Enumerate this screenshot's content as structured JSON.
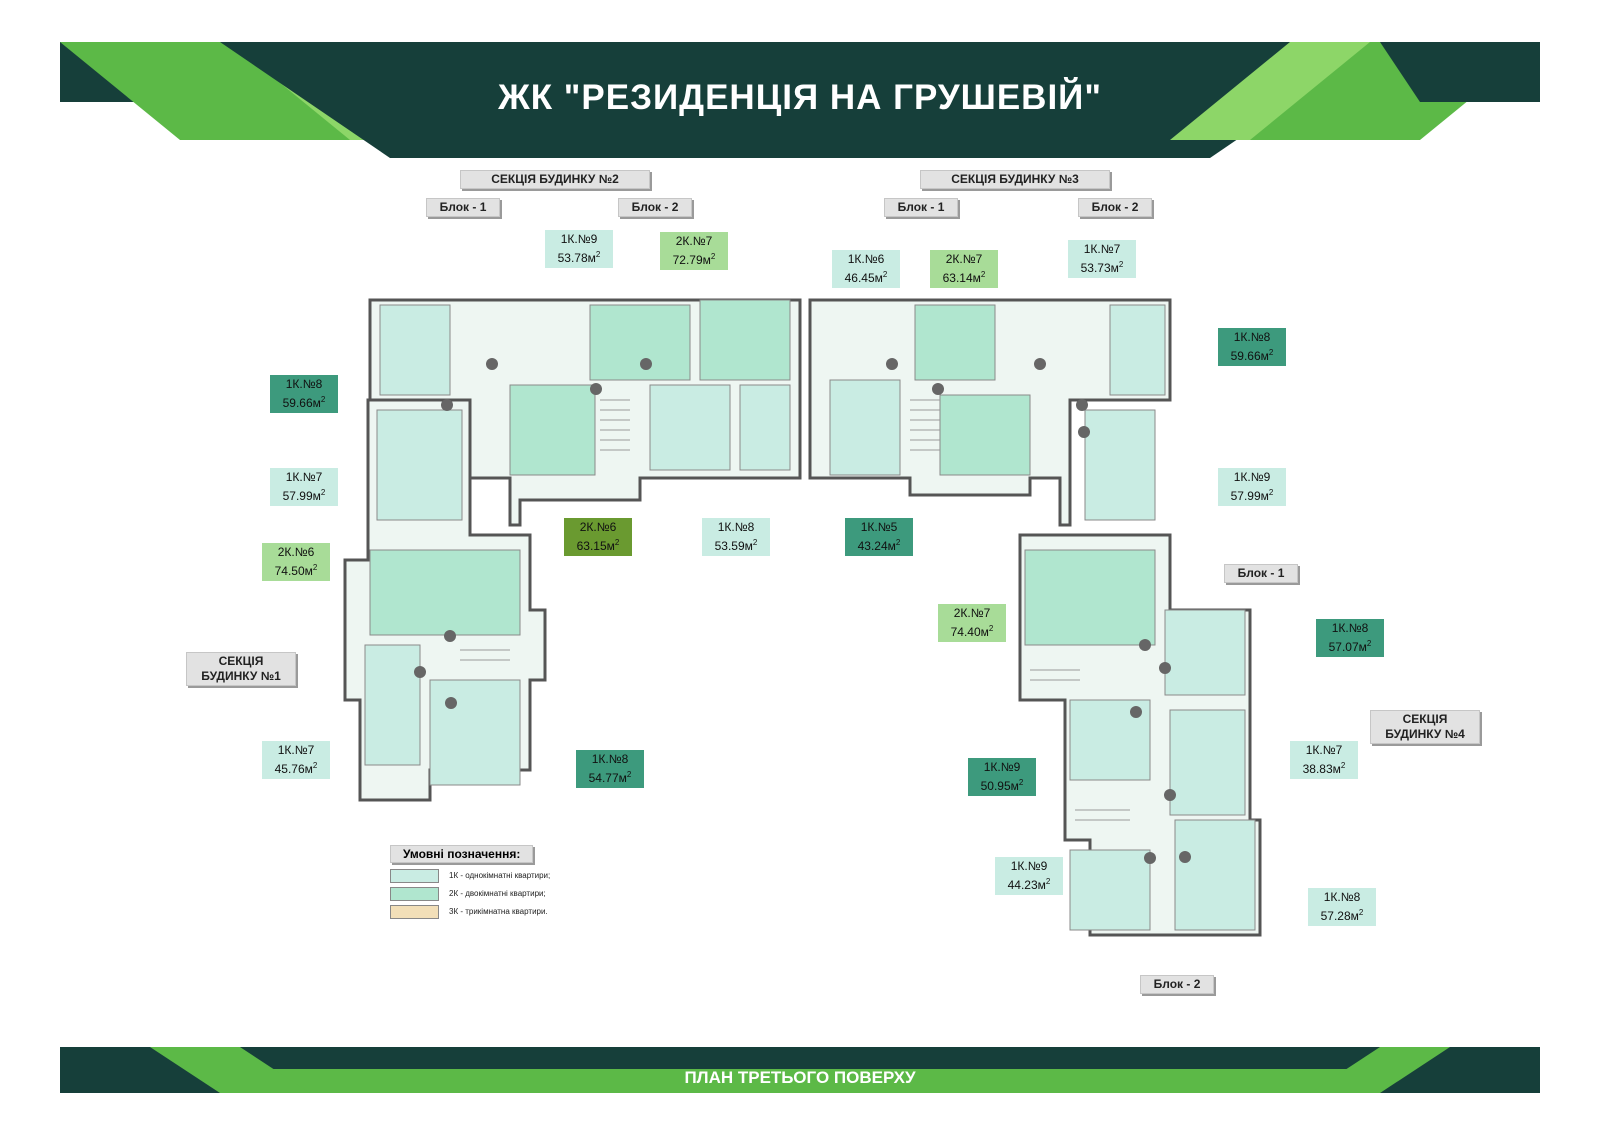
{
  "title": "ЖК \"РЕЗИДЕНЦІЯ НА ГРУШЕВІЙ\"",
  "footer_title": "ПЛАН ТРЕТЬОГО ПОВЕРХУ",
  "colors": {
    "dark": "#163f3a",
    "green": "#5cb947",
    "light_green": "#8dd668"
  },
  "sections": {
    "s1": "СЕКЦІЯ БУДИНКУ №1",
    "s2": "СЕКЦІЯ БУДИНКУ №2",
    "s3": "СЕКЦІЯ БУДИНКУ №3",
    "s4": "СЕКЦІЯ БУДИНКУ №4"
  },
  "blocks": {
    "b1": "Блок - 1",
    "b2": "Блок - 2"
  },
  "apartments": [
    {
      "name": "1К.№9",
      "area": "53.78м"
    },
    {
      "name": "2К.№7",
      "area": "72.79м"
    },
    {
      "name": "1К.№6",
      "area": "46.45м"
    },
    {
      "name": "2К.№7",
      "area": "63.14м"
    },
    {
      "name": "1К.№7",
      "area": "53.73м"
    },
    {
      "name": "1К.№8",
      "area": "59.66м"
    },
    {
      "name": "1К.№8",
      "area": "59.66м"
    },
    {
      "name": "1К.№7",
      "area": "57.99м"
    },
    {
      "name": "1К.№9",
      "area": "57.99м"
    },
    {
      "name": "2К.№6",
      "area": "63.15м"
    },
    {
      "name": "1К.№8",
      "area": "53.59м"
    },
    {
      "name": "1К.№5",
      "area": "43.24м"
    },
    {
      "name": "2К.№6",
      "area": "74.50м"
    },
    {
      "name": "2К.№7",
      "area": "74.40м"
    },
    {
      "name": "1К.№8",
      "area": "57.07м"
    },
    {
      "name": "1К.№7",
      "area": "45.76м"
    },
    {
      "name": "1К.№8",
      "area": "54.77м"
    },
    {
      "name": "1К.№9",
      "area": "50.95м"
    },
    {
      "name": "1К.№7",
      "area": "38.83м"
    },
    {
      "name": "1К.№9",
      "area": "44.23м"
    },
    {
      "name": "1К.№8",
      "area": "57.28м"
    }
  ],
  "sup": "2",
  "legend": {
    "title": "Умовні позначення:",
    "items": [
      {
        "label": "1К - однокімнатні квартири;",
        "color": "#c9ece3"
      },
      {
        "label": "2К - двокімнатні квартири;",
        "color": "#b0e6cf"
      },
      {
        "label": "3К - трикімнатна квартири.",
        "color": "#f2dfb8"
      }
    ]
  }
}
